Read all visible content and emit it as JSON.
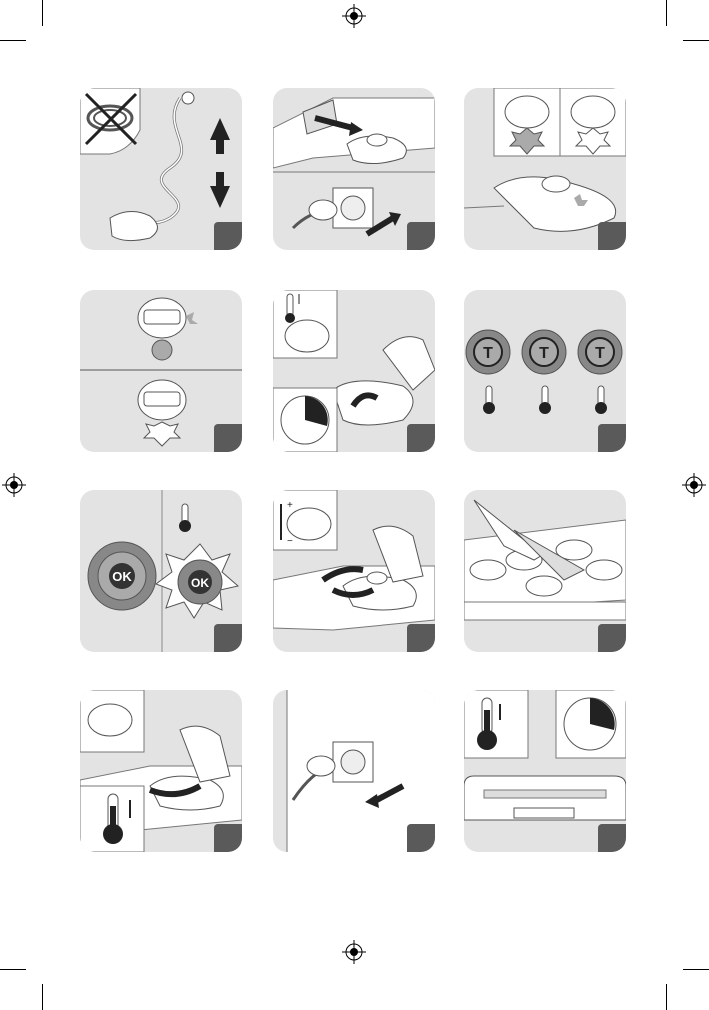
{
  "page": {
    "title": "",
    "background": "#ffffff",
    "panel_color": "#e3e3e3",
    "badge_color": "#5a5a5a"
  },
  "steps": [
    {
      "id": 1,
      "icon": "cord-unwind-icon",
      "number_label": ""
    },
    {
      "id": 2,
      "icon": "plug-in-thermostat-icon",
      "number_label": ""
    },
    {
      "id": 3,
      "icon": "indicator-light-icon",
      "number_label": ""
    },
    {
      "id": 4,
      "icon": "light-off-on-icon",
      "number_label": ""
    },
    {
      "id": 5,
      "icon": "preheat-timer-icon",
      "number_label": ""
    },
    {
      "id": 6,
      "icon": "thermo-spot-icon",
      "number_label": ""
    },
    {
      "id": 7,
      "icon": "ok-indicator-icon",
      "number_label": ""
    },
    {
      "id": 8,
      "icon": "adjust-temperature-icon",
      "number_label": ""
    },
    {
      "id": 9,
      "icon": "cooking-spatula-icon",
      "number_label": ""
    },
    {
      "id": 10,
      "icon": "turn-down-icon",
      "number_label": ""
    },
    {
      "id": 11,
      "icon": "unplug-icon",
      "number_label": ""
    },
    {
      "id": 12,
      "icon": "cool-down-icon",
      "number_label": ""
    }
  ],
  "ok_text": "OK",
  "thermo_spot_letter": "T",
  "plus_sign": "+",
  "minus_sign": "−"
}
